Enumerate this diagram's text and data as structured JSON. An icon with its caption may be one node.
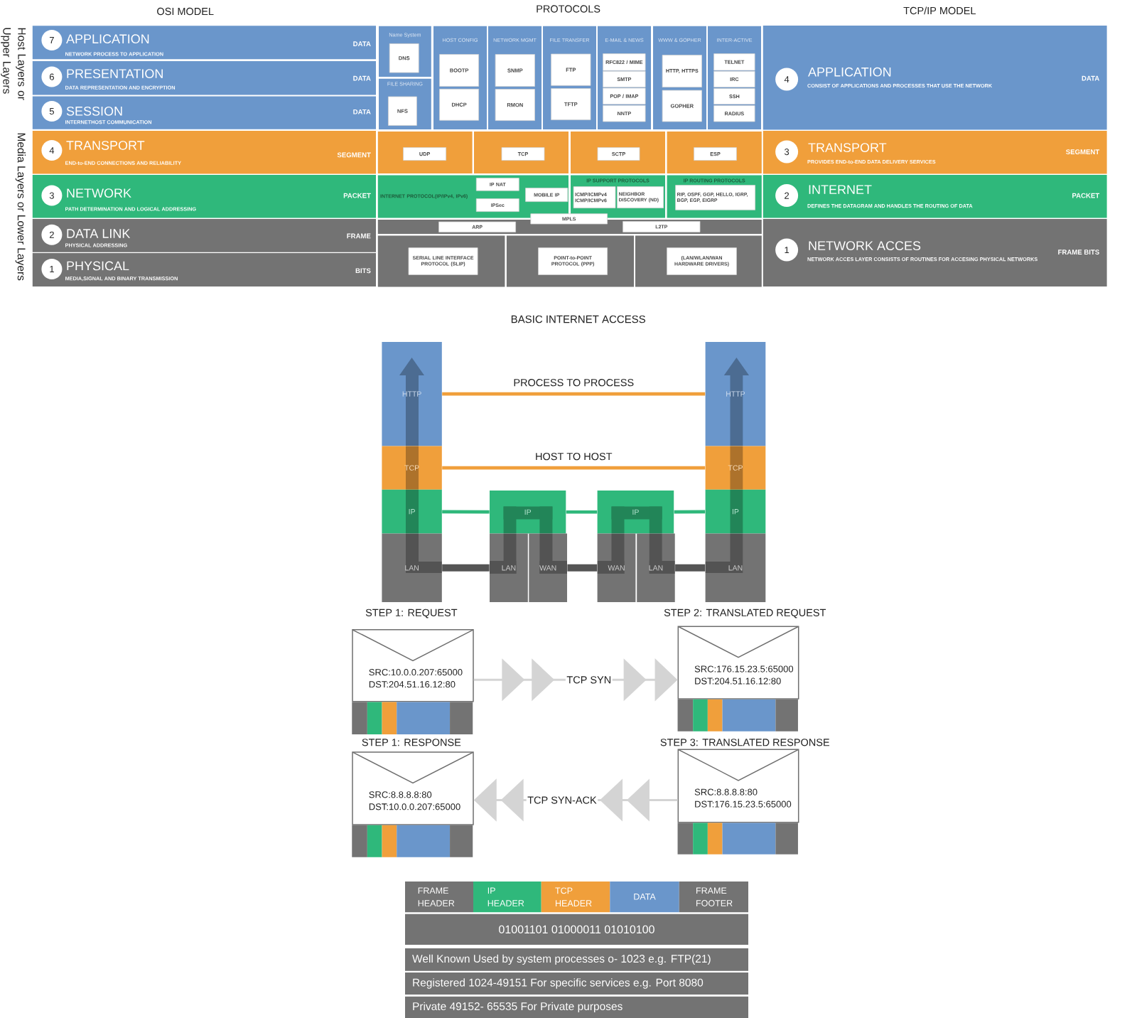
{
  "diagram": {
    "nodes": [
      {
        "text": [
          "APPLICATION",
          "NETWORK PROCESS TO APPLICATION",
          "DATA"
        ]
      },
      {
        "text": [
          "7"
        ],
        "in": 0
      },
      {
        "text": [
          "PRESENTATION",
          "DATA REPRESENTATION AND ENCRYPTION",
          "DATA"
        ]
      },
      {
        "text": [
          "6"
        ],
        "in": 2
      },
      {
        "text": [
          "SESSION",
          "INTERNETHOST COMMUNICATION",
          "DATA"
        ]
      },
      {
        "text": [
          "5"
        ],
        "in": 4
      },
      {
        "text": [
          "TRANSPORT",
          "END-to-END CONNECTIONS AND RELIABILITY",
          "SEGMENT"
        ]
      },
      {
        "text": [
          "4"
        ],
        "in": 6
      },
      {
        "text": [
          "NETWORK",
          "PATH DETERMINATION AND LOGICAL ADDRESSING",
          "PACKET"
        ]
      },
      {
        "text": [
          "3"
        ],
        "in": 8
      },
      {
        "text": [
          "DATA LINK",
          "PHYSICAL ADDRESSING",
          "FRAME"
        ]
      },
      {
        "text": [
          "2"
        ],
        "in": 10
      },
      {
        "text": [
          "PHYSICAL",
          "MEDIA,SIGNAL AND BINARY TRANSMISSION",
          "BITS"
        ]
      },
      {
        "text": [
          "1"
        ],
        "in": 12
      },
      {
        "text": [
          "Name System"
        ]
      },
      {
        "text": [
          "DNS"
        ],
        "in": 14
      },
      {
        "text": [
          "FILE SHARING"
        ]
      },
      {
        "text": [
          "NFS"
        ],
        "in": 16
      },
      {
        "text": [
          "HOST CONFIG"
        ]
      },
      {
        "text": [
          "BOOTP"
        ],
        "in": 18
      },
      {
        "text": [
          "DHCP"
        ],
        "in": 18
      },
      {
        "text": [
          "NETWORK MGMT"
        ]
      },
      {
        "text": [
          "SNMP"
        ],
        "in": 21
      },
      {
        "text": [
          "RMON"
        ],
        "in": 21
      },
      {
        "text": [
          "FILE TRANSFER"
        ]
      },
      {
        "text": [
          "FTP"
        ],
        "in": 24
      },
      {
        "text": [
          "TFTP"
        ],
        "in": 24
      },
      {
        "text": [
          "E-MAIL & NEWS"
        ]
      },
      {
        "text": [
          "RFC822 / MIME"
        ],
        "in": 27
      },
      {
        "text": [
          "SMTP"
        ],
        "in": 27
      },
      {
        "text": [
          "POP / IMAP"
        ],
        "in": 27
      },
      {
        "text": [
          "NNTP"
        ],
        "in": 27
      },
      {
        "text": [
          "WWW & GOPHER"
        ]
      },
      {
        "text": [
          "HTTP, HTTPS"
        ],
        "in": 32
      },
      {
        "text": [
          "GOPHER"
        ],
        "in": 32
      },
      {
        "text": [
          "INTER-ACTIVE"
        ]
      },
      {
        "text": [
          "TELNET"
        ],
        "in": 35
      },
      {
        "text": [
          "IRC"
        ],
        "in": 35
      },
      {
        "text": [
          "SSH"
        ],
        "in": 35
      },
      {
        "text": [
          "RADIUS"
        ],
        "in": 35
      },
      {
        "text": [],
        "shape": "box"
      },
      {
        "text": [
          "UDP"
        ],
        "in": 40
      },
      {
        "text": [],
        "shape": "box"
      },
      {
        "text": [
          "TCP"
        ],
        "in": 42
      },
      {
        "text": [],
        "shape": "box"
      },
      {
        "text": [
          "SCTP"
        ],
        "in": 44
      },
      {
        "text": [],
        "shape": "box"
      },
      {
        "text": [
          "ESP"
        ],
        "in": 46
      },
      {
        "text": [
          "INTERNET PROTOCOL(IP/IPv4, IPv6)"
        ]
      },
      {
        "text": [
          "IP NAT"
        ],
        "in": 48
      },
      {
        "text": [
          "IPSec"
        ],
        "in": 48
      },
      {
        "text": [
          "MOBILE IP"
        ],
        "in": 48
      },
      {
        "text": [
          "IP SUPPORT PROTOCOLS"
        ]
      },
      {
        "text": [
          "ICMP/ICMPv4 ICMP/ICMPv6"
        ],
        "in": 52
      },
      {
        "text": [
          "NEIGHBOR DISCOVERY (ND)"
        ],
        "in": 52
      },
      {
        "text": [
          "IP ROUTING PROTOCOLS"
        ]
      },
      {
        "text": [
          "RIP, OSPF, GGP, HELLO, IGRP, BGP, EGP, EIGRP"
        ],
        "in": 55
      },
      {
        "text": [],
        "shape": "box"
      },
      {
        "text": [
          "MPLS"
        ]
      },
      {
        "text": [
          "ARP"
        ],
        "in": 57
      },
      {
        "text": [
          "L2TP"
        ],
        "in": 57
      },
      {
        "text": [],
        "shape": "box"
      },
      {
        "text": [
          "SERIAL LINE INTERFACE PROTOCOL (SLIP)"
        ],
        "in": 61
      },
      {
        "text": [],
        "shape": "box"
      },
      {
        "text": [
          "POINT-to-POINT PROTOCOL (PPP)"
        ],
        "in": 63
      },
      {
        "text": [],
        "shape": "box"
      },
      {
        "text": [
          "(LAN/WLAN/WAN HARDWARE DRIVERS)"
        ],
        "in": 65
      },
      {
        "text": [
          "APPLICATION",
          "CONSIST OF APPLICATIONS AND PROCESSES THAT USE THE NETWORK",
          "DATA"
        ]
      },
      {
        "text": [
          "4"
        ],
        "in": 67
      },
      {
        "text": [
          "TRANSPORT",
          "PROVIDES END-to-END DATA DELIVERY SERVICES",
          "SEGMENT"
        ]
      },
      {
        "text": [
          "3"
        ],
        "in": 69
      },
      {
        "text": [
          "INTERNET",
          "DEFINES THE DATAGRAM AND HANDLES THE ROUTING OF DATA",
          "PACKET"
        ]
      },
      {
        "text": [
          "2"
        ],
        "in": 71
      },
      {
        "text": [
          "NETWORK ACCES",
          "NETWORK ACCES LAYER CONSISTS OF ROUTINES FOR ACCESING PHYSICAL NETWORKS",
          "FRAME BITS"
        ]
      },
      {
        "text": [
          "1"
        ],
        "in": 73
      },
      {
        "text": [
          "HTTP"
        ]
      },
      {
        "text": [
          "TCP"
        ]
      },
      {
        "text": [
          "IP"
        ]
      },
      {
        "text": [
          "LAN"
        ]
      },
      {
        "text": [
          "IP"
        ]
      },
      {
        "text": [
          "LAN"
        ]
      },
      {
        "text": [
          "WAN"
        ]
      },
      {
        "text": [
          "IP"
        ]
      },
      {
        "text": [
          "WAN"
        ]
      },
      {
        "text": [
          "LAN"
        ]
      },
      {
        "text": [
          "HTTP"
        ]
      },
      {
        "text": [
          "TCP"
        ]
      },
      {
        "text": [
          "IP"
        ]
      },
      {
        "text": [
          "LAN"
        ]
      },
      {
        "text": [
          "STEP 1: REQUEST",
          "SRC:10.0.0.207:65000",
          "DST:204.51.16.12:80"
        ]
      },
      {
        "text": [
          "STEP 2: TRANSLATED REQUEST",
          "SRC:176.15.23.5:65000",
          "DST:204.51.16.12:80"
        ]
      },
      {
        "text": [
          "STEP 1: RESPONSE",
          "SRC:8.8.8.8:80",
          "DST:10.0.0.207:65000"
        ]
      },
      {
        "text": [
          "STEP 3: TRANSLATED RESPONSE",
          "SRC:8.8.8.8:80",
          "DST:176.15.23.5:65000"
        ]
      }
    ],
    "edges": [
      {
        "from": 75,
        "to": 85,
        "arrow": "none",
        "label": "PROCESS TO PROCESS",
        "color": "#f09f3b"
      },
      {
        "from": 76,
        "to": 86,
        "arrow": "none",
        "label": "HOST TO HOST",
        "color": "#f09f3b"
      },
      {
        "from": 77,
        "to": 79,
        "arrow": "none",
        "color": "#2fb87b"
      },
      {
        "from": 79,
        "to": 82,
        "arrow": "none",
        "color": "#2fb87b"
      },
      {
        "from": 82,
        "to": 87,
        "arrow": "none",
        "color": "#2fb87b"
      },
      {
        "from": 78,
        "to": 80,
        "arrow": "none",
        "style": "thick",
        "color": "#555555"
      },
      {
        "from": 81,
        "to": 83,
        "arrow": "none",
        "style": "thick",
        "color": "#555555"
      },
      {
        "from": 84,
        "to": 88,
        "arrow": "none",
        "style": "thick",
        "color": "#555555"
      },
      {
        "from": 89,
        "to": 90,
        "arrow": "to",
        "label": "TCP SYN",
        "color": "#d4d4d4"
      },
      {
        "from": 92,
        "to": 91,
        "arrow": "to",
        "label": "TCP SYN-ACK",
        "color": "#d4d4d4"
      }
    ],
    "labels": [
      "OSI MODEL",
      "PROTOCOLS",
      "TCP/IP MODEL",
      "Host Layers or Upper Layers",
      "Media Layers or Lower Layers",
      "BASIC INTERNET ACCESS",
      "FRAME HEADER",
      "IP HEADER",
      "TCP HEADER",
      "DATA",
      "FRAME FOOTER",
      "01001101 01000011 01010100",
      "Well Known Used by system processes o- 1023 e.g. FTP(21)",
      "Registered 1024-49151 For specific services e.g. Port 8080",
      "Private 49152- 65535 For Private purposes"
    ]
  }
}
